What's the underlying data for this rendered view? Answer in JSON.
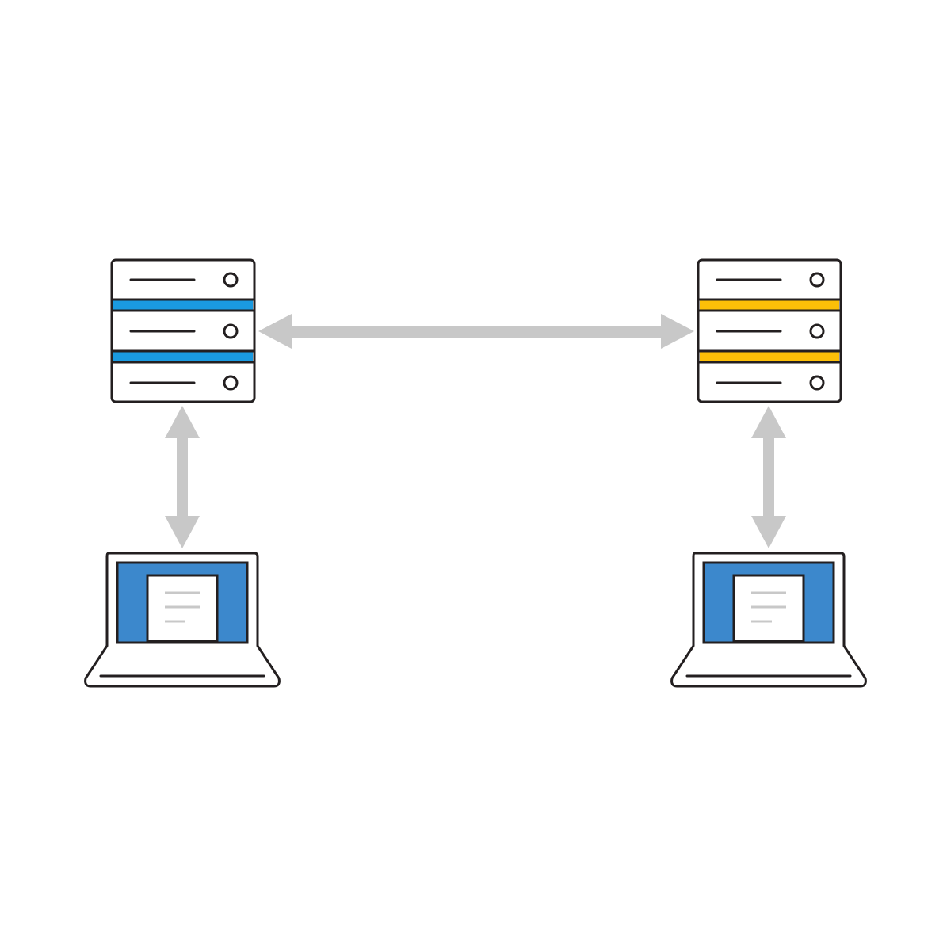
{
  "diagram": {
    "nodes": [
      {
        "id": "server-left",
        "kind": "server",
        "stripe_color": "#1a9ae0"
      },
      {
        "id": "server-right",
        "kind": "server",
        "stripe_color": "#fcbf08"
      },
      {
        "id": "laptop-left",
        "kind": "laptop",
        "screen_color": "#3c88cc"
      },
      {
        "id": "laptop-right",
        "kind": "laptop",
        "screen_color": "#3c88cc"
      }
    ],
    "connections": [
      {
        "from": "server-left",
        "to": "server-right",
        "direction": "bidirectional"
      },
      {
        "from": "server-left",
        "to": "laptop-left",
        "direction": "bidirectional"
      },
      {
        "from": "server-right",
        "to": "laptop-right",
        "direction": "bidirectional"
      }
    ]
  },
  "colors": {
    "background": "#ffffff",
    "outline": "#231f20",
    "arrow": "#c8c8c8",
    "document_lines": "#c8c8c8",
    "server_body": "#ffffff"
  },
  "icons": [
    "server-icon",
    "laptop-icon",
    "document-icon",
    "bidirectional-arrow-icon"
  ]
}
